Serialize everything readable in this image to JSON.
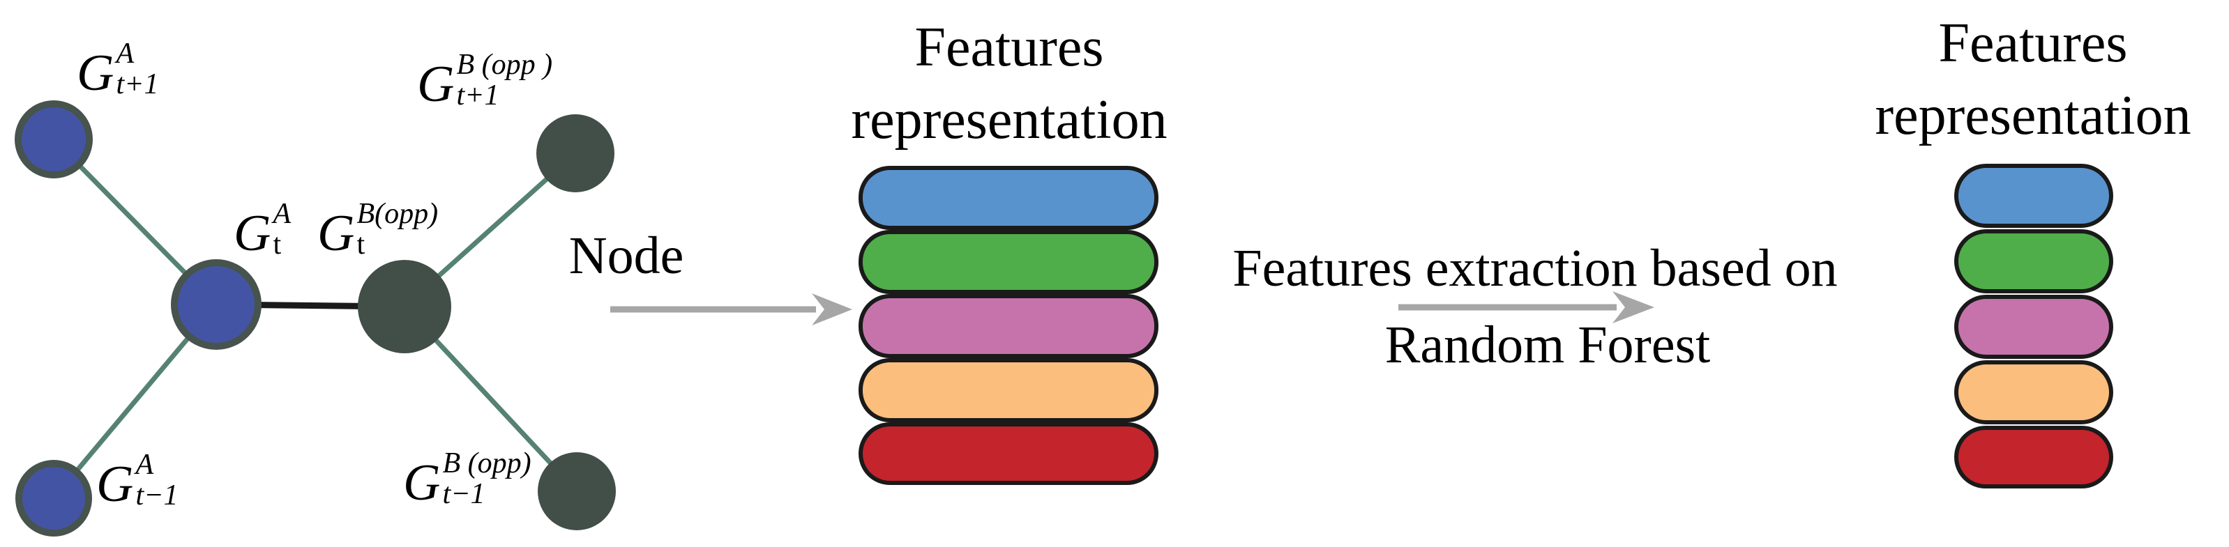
{
  "colors": {
    "background": "#ffffff",
    "text": "#000000",
    "node_blue_fill": "#4454a4",
    "node_border": "#47534d",
    "node_dark_fill": "#424e48",
    "edge_teal": "#558272",
    "edge_black": "#1a1a1a",
    "arrow_gray": "#a6a6a6",
    "pill_border": "#1a1a1a",
    "pill_blue": "#5993ce",
    "pill_green": "#4fae4a",
    "pill_pink": "#c673ac",
    "pill_orange": "#fcbe7d",
    "pill_red": "#c4242b"
  },
  "graph": {
    "nodes": [
      {
        "name": "team-a-next",
        "base": "G",
        "sup": "A",
        "sub": "t+1"
      },
      {
        "name": "team-a-current",
        "base": "G",
        "sup": "A",
        "sub": "t"
      },
      {
        "name": "opp-b-current",
        "base": "G",
        "sup": "B(opp)",
        "sub": "t"
      },
      {
        "name": "opp-b-next",
        "base": "G",
        "sup": "B (opp )",
        "sub": "t+1"
      },
      {
        "name": "team-a-previous",
        "base": "G",
        "sup": "A",
        "sub": "t−1"
      },
      {
        "name": "opp-b-previous",
        "base": "G",
        "sup": "B (opp)",
        "sub": "t−1"
      }
    ]
  },
  "flow": {
    "node_arrow_label": "Node",
    "extraction_line1": "Features extraction based on",
    "extraction_line2": "Random Forest"
  },
  "feature_stacks": {
    "middle": {
      "title_line1": "Features",
      "title_line2": "representation",
      "pills": [
        {
          "name": "blue-feature",
          "color": "#5993ce"
        },
        {
          "name": "green-feature",
          "color": "#4fae4a"
        },
        {
          "name": "pink-feature",
          "color": "#c673ac"
        },
        {
          "name": "orange-feature",
          "color": "#fcbe7d"
        },
        {
          "name": "red-feature",
          "color": "#c4242b"
        }
      ]
    },
    "right": {
      "title_line1": "Features",
      "title_line2": "representation",
      "pills": [
        {
          "name": "blue-feature",
          "color": "#5993ce"
        },
        {
          "name": "green-feature",
          "color": "#4fae4a"
        },
        {
          "name": "pink-feature",
          "color": "#c673ac"
        },
        {
          "name": "orange-feature",
          "color": "#fcbe7d"
        },
        {
          "name": "red-feature",
          "color": "#c4242b"
        }
      ]
    }
  }
}
